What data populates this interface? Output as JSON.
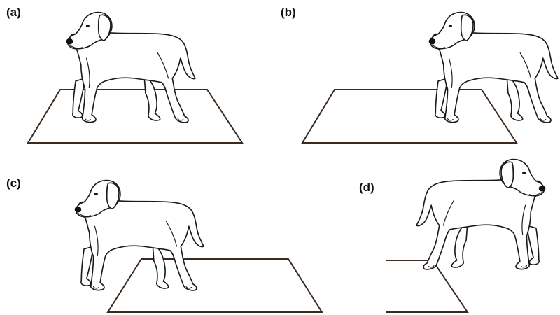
{
  "panels": [
    {
      "id": "a",
      "label": "(a)"
    },
    {
      "id": "b",
      "label": "(b)"
    },
    {
      "id": "c",
      "label": "(c)"
    },
    {
      "id": "d",
      "label": "(d)"
    }
  ],
  "colors": {
    "ink": "#1a1a1a",
    "platform_edge": "#3a2a20",
    "background": "#ffffff"
  }
}
